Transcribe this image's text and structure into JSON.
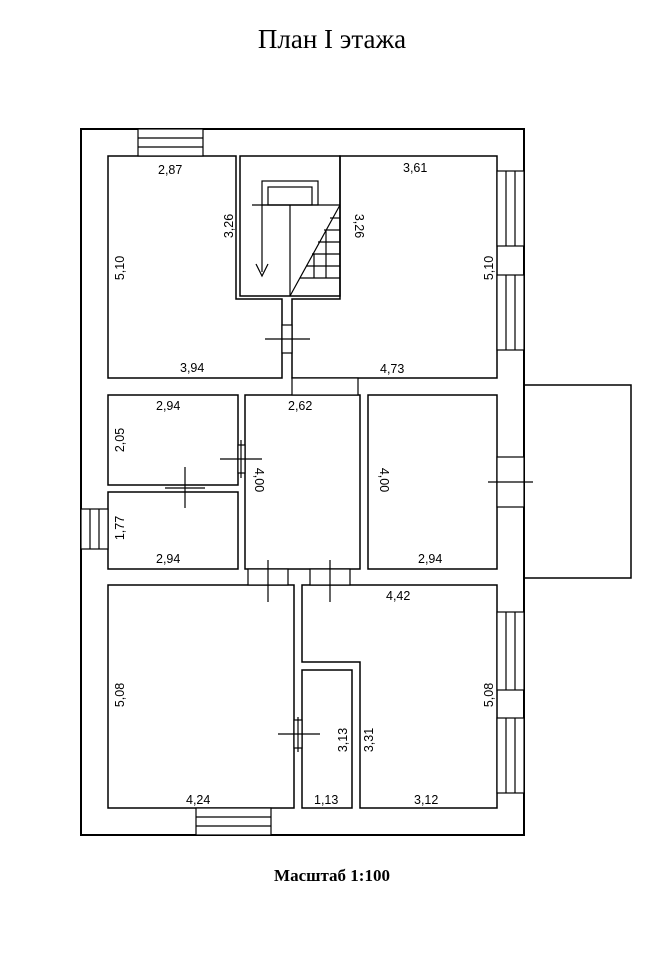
{
  "title": "План I этажа",
  "scale": "Масштаб 1:100",
  "colors": {
    "wall": "#000000",
    "background": "#ffffff"
  },
  "rooms": [
    {
      "name": "top-left-room",
      "width": "2,87",
      "length": "5,10",
      "bottom": "3,94",
      "side": "3,26"
    },
    {
      "name": "top-right-room",
      "width": "3,61",
      "length": "5,10",
      "bottom": "4,73",
      "side": "3,26"
    },
    {
      "name": "small-room-1",
      "width": "2,94",
      "length": "2,05"
    },
    {
      "name": "small-room-2",
      "width": "2,94",
      "length": "1,77"
    },
    {
      "name": "hall",
      "width": "2,62",
      "length": "4,00"
    },
    {
      "name": "middle-right-room",
      "width": "2,94",
      "length": "4,00"
    },
    {
      "name": "bottom-left-room",
      "width": "4,24",
      "length": "5,08"
    },
    {
      "name": "bottom-right-room",
      "width": "4,42",
      "length": "5,08",
      "bottom": "3,12",
      "side": "3,31"
    },
    {
      "name": "closet",
      "width": "1,13",
      "length": "3,13"
    }
  ]
}
